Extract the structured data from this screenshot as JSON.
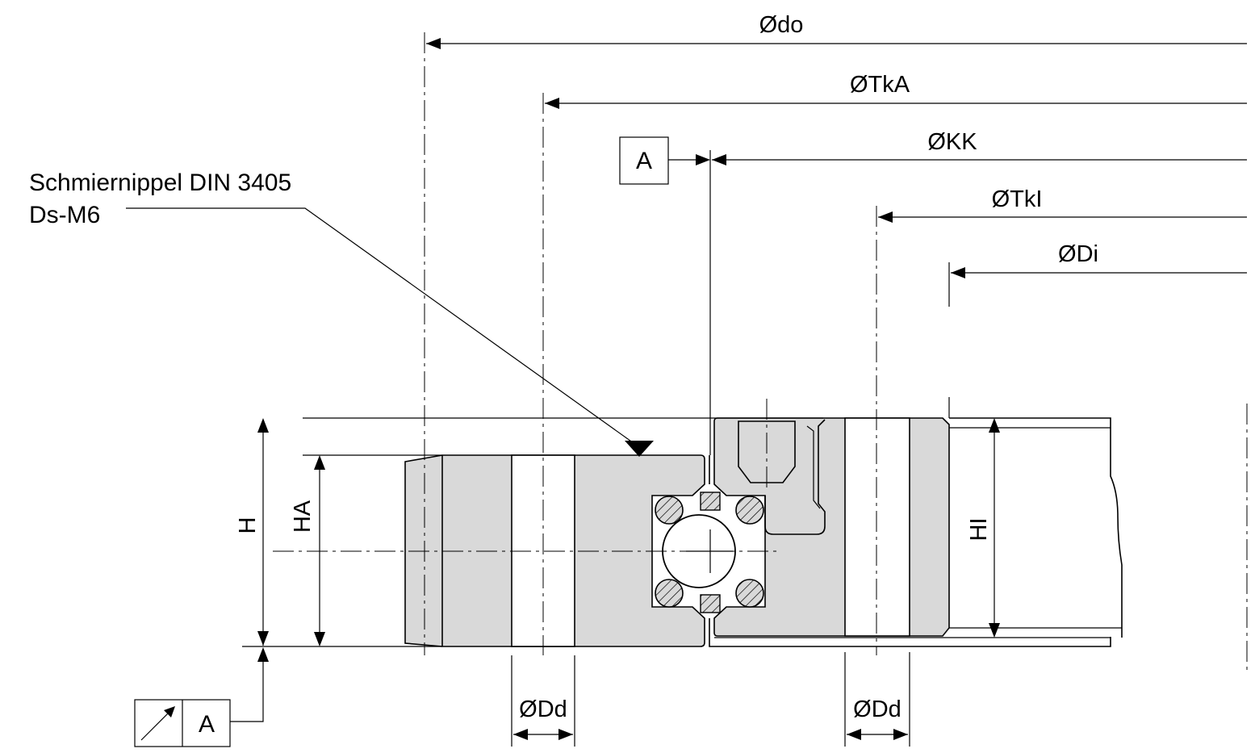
{
  "labels": {
    "do": "Ødo",
    "tka": "ØTkA",
    "kk": "ØKK",
    "tki": "ØTkI",
    "di": "ØDi",
    "dd_outer": "ØDd",
    "dd_inner": "ØDd",
    "h": "H",
    "ha": "HA",
    "hi": "HI"
  },
  "lubrication_note": {
    "line1": "Schmiernippel DIN 3405",
    "line2": "Ds-M6"
  },
  "datum": {
    "top_label": "A",
    "frame_label": "A",
    "frame_symbol": "runout-arrow-icon"
  },
  "colors": {
    "section_fill": "#d9d9d9",
    "line": "#000000",
    "background": "#ffffff"
  }
}
